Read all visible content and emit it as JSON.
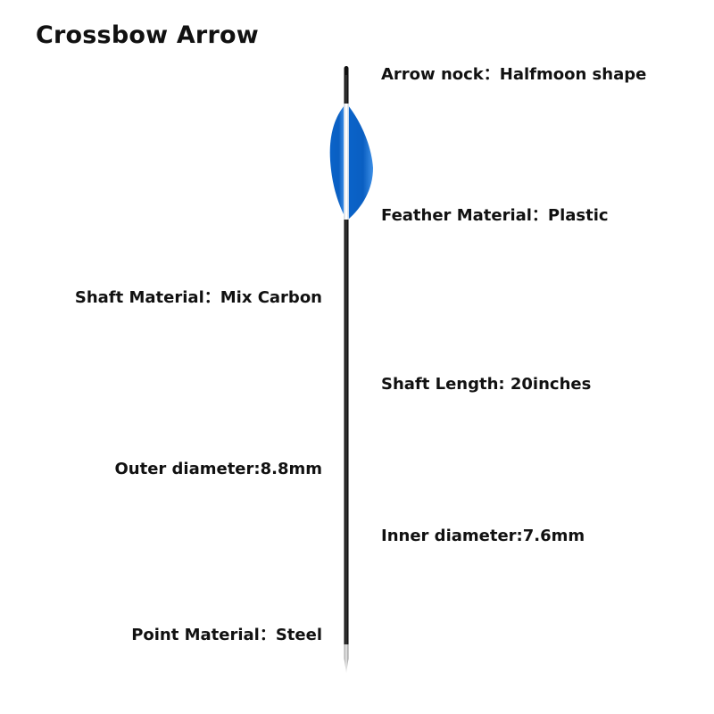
{
  "title": "Crossbow Arrow",
  "specs": {
    "nock": "Arrow nock：Halfmoon shape",
    "feather": "Feather Material：Plastic",
    "shaft_material": "Shaft Material：Mix Carbon",
    "shaft_length": "Shaft Length: 20inches",
    "outer_diameter": "Outer diameter:8.8mm",
    "inner_diameter": "Inner diameter:7.6mm",
    "point_material": "Point Material：Steel"
  },
  "colors": {
    "shaft": "#141414",
    "vane": "#0a63c9",
    "vane_light": "#3d8fe6",
    "point": "#c8c8c8",
    "text": "#111111"
  }
}
